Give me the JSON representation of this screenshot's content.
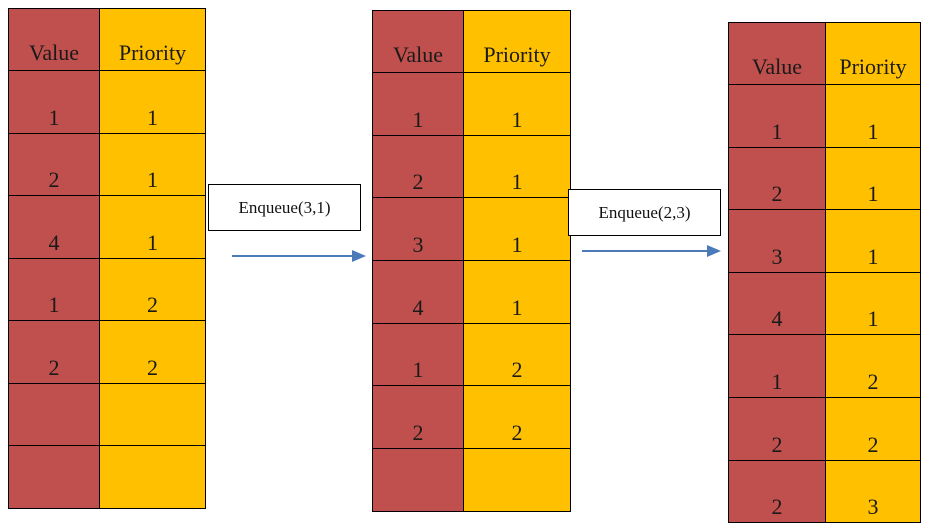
{
  "headers": {
    "value": "Value",
    "priority": "Priority"
  },
  "colors": {
    "value_cell": "#c0504d",
    "priority_cell": "#ffc000",
    "arrow": "#4a7ab8"
  },
  "queues": [
    {
      "rows": [
        {
          "value": "1",
          "priority": "1"
        },
        {
          "value": "2",
          "priority": "1"
        },
        {
          "value": "4",
          "priority": "1"
        },
        {
          "value": "1",
          "priority": "2"
        },
        {
          "value": "2",
          "priority": "2"
        },
        {
          "value": "",
          "priority": ""
        },
        {
          "value": "",
          "priority": ""
        }
      ]
    },
    {
      "rows": [
        {
          "value": "1",
          "priority": "1"
        },
        {
          "value": "2",
          "priority": "1"
        },
        {
          "value": "3",
          "priority": "1"
        },
        {
          "value": "4",
          "priority": "1"
        },
        {
          "value": "1",
          "priority": "2"
        },
        {
          "value": "2",
          "priority": "2"
        },
        {
          "value": "",
          "priority": ""
        }
      ]
    },
    {
      "rows": [
        {
          "value": "1",
          "priority": "1"
        },
        {
          "value": "2",
          "priority": "1"
        },
        {
          "value": "3",
          "priority": "1"
        },
        {
          "value": "4",
          "priority": "1"
        },
        {
          "value": "1",
          "priority": "2"
        },
        {
          "value": "2",
          "priority": "2"
        },
        {
          "value": "2",
          "priority": "3"
        }
      ]
    }
  ],
  "operations": [
    {
      "label": "Enqueue(3,1)"
    },
    {
      "label": "Enqueue(2,3)"
    }
  ]
}
